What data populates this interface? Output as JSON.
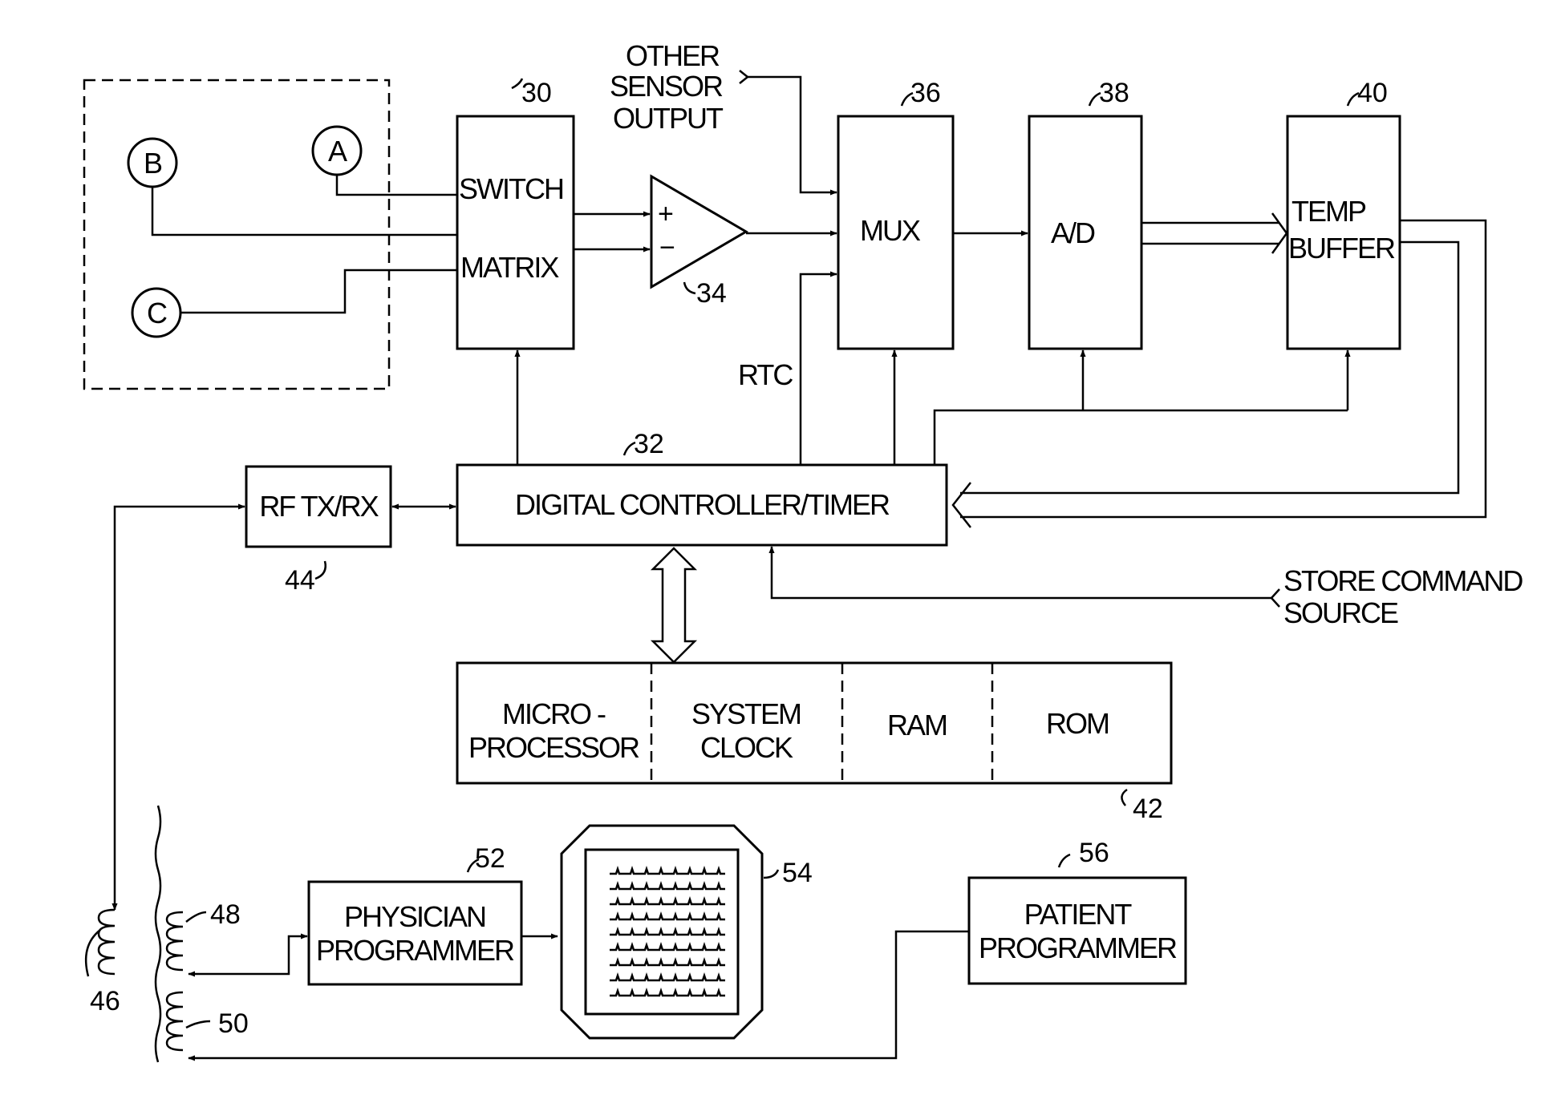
{
  "electrodes": {
    "a": "A",
    "b": "B",
    "c": "C"
  },
  "switch_matrix": {
    "line1": "SWITCH",
    "line2": "MATRIX",
    "ref": "30"
  },
  "amplifier": {
    "plus": "+",
    "minus": "−",
    "ref": "34"
  },
  "other_sensor": {
    "line1": "OTHER",
    "line2": "SENSOR",
    "line3": "OUTPUT"
  },
  "mux": {
    "label": "MUX",
    "ref": "36"
  },
  "ad": {
    "label": "A/D",
    "ref": "38"
  },
  "temp_buffer": {
    "line1": "TEMP",
    "line2": "BUFFER",
    "ref": "40"
  },
  "rtc": "RTC",
  "controller": {
    "label": "DIGITAL CONTROLLER/TIMER",
    "ref": "32"
  },
  "rf": {
    "label": "RF TX/RX",
    "ref": "44"
  },
  "store_command": {
    "line1": "STORE COMMAND",
    "line2": "SOURCE"
  },
  "memory_block": {
    "ref": "42",
    "microprocessor": {
      "line1": "MICRO -",
      "line2": "PROCESSOR"
    },
    "system_clock": {
      "line1": "SYSTEM",
      "line2": "CLOCK"
    },
    "ram": "RAM",
    "rom": "ROM"
  },
  "coils": {
    "ref_46": "46",
    "ref_48": "48",
    "ref_50": "50"
  },
  "physician_programmer": {
    "line1": "PHYSICIAN",
    "line2": "PROGRAMMER",
    "ref": "52"
  },
  "display": {
    "ref": "54"
  },
  "patient_programmer": {
    "line1": "PATIENT",
    "line2": "PROGRAMMER",
    "ref": "56"
  }
}
